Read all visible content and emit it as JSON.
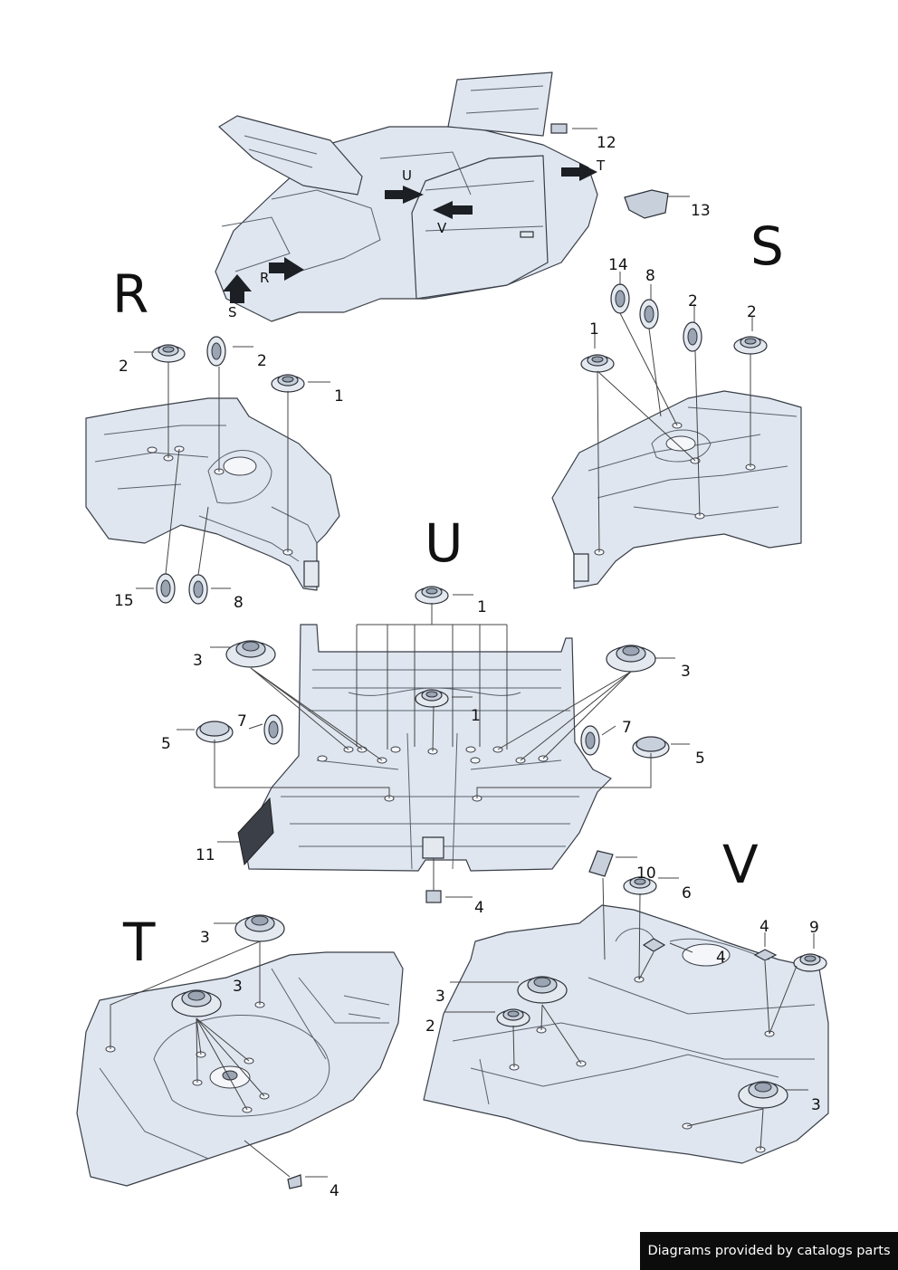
{
  "views": [
    "R",
    "S",
    "U",
    "V",
    "T"
  ],
  "arrow_labels": [
    "U",
    "V",
    "R",
    "S",
    "T"
  ],
  "callouts": {
    "overview": [
      "12",
      "13"
    ],
    "R": [
      "2",
      "2",
      "1",
      "15",
      "8"
    ],
    "S": [
      "14",
      "8",
      "1",
      "2",
      "2"
    ],
    "U": [
      "1",
      "1",
      "3",
      "3",
      "7",
      "7",
      "5",
      "5",
      "11",
      "4"
    ],
    "V": [
      "10",
      "6",
      "4",
      "4",
      "9",
      "3",
      "2",
      "3"
    ],
    "T": [
      "3",
      "3",
      "4"
    ]
  },
  "credit": "Diagrams provided by catalogs parts",
  "colors": {
    "body": "#dfe6ef",
    "outline": "#3a3f48",
    "plug": "#c8d0db",
    "credit_bg": "#0c0c0c"
  }
}
